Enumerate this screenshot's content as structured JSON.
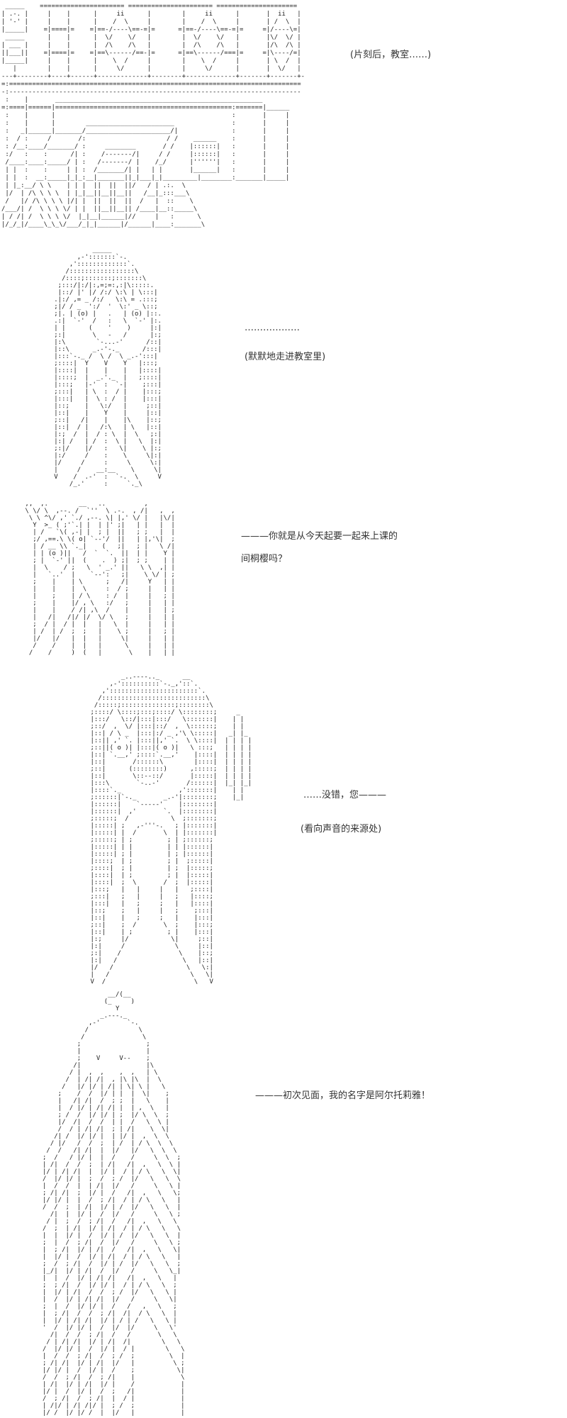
{
  "page": {
    "background": "#ffffff",
    "text_color": "#1a1a1a"
  },
  "captions": {
    "scene_note": "(片刻后，教室……)",
    "ellipsis": "………………",
    "action_enter": "(默默地走进教室里)",
    "dialogue_question_line1": "———你就是从今天起要一起来上课的",
    "dialogue_question_line2": "间桐樱吗？",
    "dialogue_reply": "……没错，您———",
    "action_look": "(看向声音的来源处)",
    "dialogue_intro": "———初次见面，我的名字是阿尔托莉雅！"
  },
  "ascii_art": {
    "classroom_scene": [
      " _____    ====================== ====================== =====================",
      "| .-. |     |    |      |     ii      |        |     ii      |       |  ii   |",
      "| '-' |     |    |      |    /  \\     |        |    /  \\     |       | /  \\  |",
      "|_____|    =|====|=    =|==-/----\\==-=|=      =|==-/----\\==-=|=     =|/----\\=|",
      " _____      |    |      |  \\/    \\/   |        |  \\/    \\/   |       |\\/  \\/ |",
      "| ___ |     |    |      |  /\\    /\\   |        |  /\\    /\\   |       |/\\  /\\ |",
      "||___||    =|====|=    =|==\\------/==-|=      =|==\\------/===|=     =|\\----/=|",
      "|_____|     |    |      |    \\  /     |        |    \\  /     |       | \\  /  |",
      "   |        |    |      |     \\/      |        |     \\/      |       |  \\/   |",
      "---+--------+----+------+-------------+--------+-------------+-------+-------+-",
      "=:============================================================================",
      "-:----------------------------------------------------------------------------",
      " :    |       ______________________________________________________",
      "=:====|======|==============================================:=======|______",
      " :    |      |                                              :       |     |",
      " :    |      |        _______________________               :       |     |",
      " :   _|______|_______/______________________/|              :       |     |",
      " :  / :     /       /:                     / /    ______    :       |     |",
      " : /__:____/_______/ :     ________       / /    |::::::|   :       |     |",
      " :/   :    :      /| :    /-------/|     / /     |::::::|   :       |     |",
      " /____:____:_____/ | :   /-------/ |    /_/      |''''''|   :       |     |",
      " | |  :    :     | | :  /_______/| |   | |       |______|   :       |     |",
      " | |  :  __:_____|_|_:__|_______||_|___|_|_________|________:_______|_____|",
      " | |_:__/ \\ \\    | | |  ||  ||  ||/   / | .:.  \\",
      " |/  | /\\ \\ \\ \\  | |_|__||__||__||   /__|_:::___\\",
      " /   |/ /\\ \\ \\ \\ |/| |  ||  ||  ||  /   |  ::    \\",
      "/___/| /  \\ \\ \\ \\/ | |  ||__||__|| /____|__::_____\\",
      "| / /| /  \\ \\ \\ \\/  |_|__|______|//     |   :      \\",
      "|/_/_|/____\\_\\_\\/___/_|_|______|/______|____:_______\\"
    ],
    "girl_entering": [
      "             _____",
      "         ,-':::::::`-.",
      "       ,':::::::::::::`.",
      "      /:::::::::::::::::\\",
      "     /::::;:::::::;:::::::\\",
      "    ;:::/|:/|:,=;=:,:|\\:::::.",
      "    |::/ |' |/ /:/ \\:\\ | \\:::|",
      "   .|:/ ,= _ /:/   \\:\\ = .:::;",
      "   ;|/ / _  ':/  '  \\:' _ \\::;",
      "   ;|. | (o) |   .   | (o) |::.",
      "   .:|  `-'  /   :   \\  `-' |:.",
      "   | |      (    '    )     |:|",
      "   ;:|       \\   -   /      |:;",
      "   |:\\        `-...-'      /::|",
      "   |::\\      _.-'-._      /:::|",
      "   |:::`-._ /  \\ /  \\ _.-':::|",
      "   ;::::|  Y    V    Y   |:::;",
      "   |::::|  |    |    |   |::::|",
      "   |::::;  |  _.'._  |   ;::::|",
      "   |:::;   |-'  :  `-|    ;:::|",
      "   ;:::|   | \\  :  / |    |:::;",
      "   |:::|   |  \\ : /  |    |:::|",
      "   |::;    |   \\:/   |     ;::|",
      "   |::|    |    Y    |     |::|",
      "   ;::|   /|    |    |\\    |::;",
      "   |::|  / |   /:\\   | \\   |::|",
      "   |:;  /  |  / : \\  |  \\   ;:|",
      "   |:| /   | /  :  \\ |   \\  |:|",
      "   ;:|/    |/   :   \\|    \\ |:;",
      "   |:/     /    :    \\     \\|:|",
      "   |/     /     :     \\     \\:|",
      "   |     /    __:__    \\     \\|",
      "   V    /  .-'  :  `-.  \\     V",
      "       /_.'     :     `._\\"
    ],
    "speaker_bust": [
      " ,,  ,.        __   ..          ,",
      " \\ \\/ \\  ,--. /  `''  \\ .-.  , /|   ,  ,",
      "  \\ \\ ^\\/ ,' `./ ,--. \\| |,' \\/ |   |\\/|",
      "   Y  >_ ( ;'`.| |  | |' ;|   | |   |  |",
      "   | /   `\\( ,-| |  ; |  ||   ; ;   |  |",
      "   ;/ ,==.\\ \\( o| `--'/  ||   | |,'\\|  ;",
      "   | / __ \\\\ `._|    (   ;|   ; |   \\ /|",
      "   | | (o )||   /  `  `.  ||  | |    Y |",
      "   ; |  `-' ||  (    .  ) ;|  ; ;    | |",
      "   |  \\    / ;   \\  ' _.' ||   \\ \\  ,| |",
      "   |   `..'  |    `--':   ;|    \\ \\/ | ;",
      "   ;    |    | \\      ;   /|     Y   | |",
      "   |    |    |  \\     :  / ;     |   | |",
      "   |    ;    | / \\    : /  |     |   ; |",
      "   ;    |    |/ , \\   :/   ;     |   | |",
      "   |    |    / /| ,\\  /    |     |   | ;",
      "   |   /|   /|/ |/  \\/ \\   ;     |   | |",
      "   ;  / |  / |  |   |   \\  |     |   | |",
      "   | /  | /  ;  ;   |    \\ ;     |   ; |",
      "   |/   |/   |  |   |     \\|     |   | |",
      "   /    /    |  |   |      \\     |   | |",
      "  /    /     )  (   |       \\    |   | |"
    ],
    "girl_turning": [
      "              _..----.._      __",
      "           ,-'::::::::::`-._,'::`.",
      "         ,':::::::::::::::::::::::`.",
      "        /:::::::::::::::::::::::::::\\",
      "       /:::::;::::::::::::::;::::::::\\",
      "      ;::::/ \\::::;:::;::::/ \\::::::::;     _",
      "      |:::/   \\::/|:::|:::/   \\:::::::|    | |",
      "      ;::/  ,  \\/ |:::|::/  ,  \\::::::;    | |",
      "      |::| / \\ _  |:::|:/ _ ,'\\ \\:::::|   _| |_",
      "      |::|| ,' `. |:::||,' `.  \\ \\::::|  | | | |",
      "      ;::||( o )| |:::|( o )|   \\ :::;   | | | |",
      "      |::| `.__,' ;::::`.__,'    |::::|  | | | |",
      "      |::|       /::::::\\        |::::|  | | | |",
      "      ;::|      (::::::::)      ,:::::;  | | | |",
      "      |::|       \\::--::/       |:::::|  | | | |",
      "      |:::\\       `-..-'       /::::::|  |_| |_|",
      "      |::::`._               ,':::::::|    | |",
      "      ;::::::|`-._       _.-'|::::::::;    |_|",
      "      |::::::|    `-----'    |::::::::|",
      "      |::::::|  ,'       `.  |::::::::|",
      "      ;:::::;  /           \\  ;:::::::;",
      "      |:::::| ;   ,-'''-.   ; |:::::::|",
      "      |:::::| |  /       \\  | |:::::::|",
      "      ;:::::; | ;         ; | ;::::::;",
      "      |:::::| | |         | | |::::::|",
      "      |:::::| ; |         | ; |::::::|",
      "      |::::;  | ;         ; |  ;:::::|",
      "      ;::::|  ; |         | ;  |:::::;",
      "      |::::|  | ;         ; |  |:::::|",
      "      |::::|  ;  \\       /  ;  |:::::|",
      "      |:::;   |   |     |   |   ;::::|",
      "      ;:::|   ;   |     |   ;   |::::;",
      "      |:::|   |   ;     ;   |   |::::|",
      "      |::;    ;   |     |   ;    ;:::|",
      "      |::|    |   ;     ;   |    |:::|",
      "      ;::|    ;  /       \\  ;    |:::;",
      "      |::|    | ;         ; |    |:::|",
      "      |:;     |/           \\|     ;::|",
      "      |:|     /             \\     |::|",
      "      ;:|    /               \\    |::;",
      "      |:|   /                 \\   |::|",
      "      |/   /                   \\   \\:|",
      "      |   /                     \\   \\|",
      "      V  /                       \\   V"
    ],
    "artoria_greeting": [
      "                 __/(__",
      "                (_     )",
      "                   Y",
      "               _.---._",
      "            ,-'       `-.",
      "           /             \\",
      "          /               \\",
      "         ;                 ;",
      "         |                 |",
      "         ;    V     V--    ;",
      "        /|                 |\\",
      "       / |  ,  ,    ,  ,   | \\",
      "      /  | /| /|  , |\\ |\\  |  \\",
      "     /   |/ |/ | /| | \\| \\ |   \\",
      "    ;    /  /  |/ | |  |  \\|    ;",
      "    |   /| /|  /  ; ;  |   \\    |",
      "    |  / |/ | /| /| |  | ,  \\   |",
      "    ; /  /  |/ |/ | ;  |/ \\  \\  ;",
      "    |/  /|  /  /  | |  /   \\  \\ |",
      "    /  / | /| /|  ; | /|    \\  \\|",
      "   /| /  |/ |/ |  | |/ |  ,  \\  \\",
      "  / |/   /  /  ;  | /  | / \\  \\  \\",
      " /  /   /| /|  |  |/   |/   \\  \\  \\",
      ";  /   / |/ |  |  /    /     \\  \\  ;",
      "| /|  /  /  ;  | /|   /|  ,   \\  \\ |",
      "|/ | /| /|  |  |/ |  / | / \\   \\  \\|",
      "/  |/ |/ |  ;  /  ; /  |/   \\   \\  \\",
      "|  /  /  |  | /|  |/   /     \\   \\ |",
      "; /| /|  ;  |/ |  /   /|  ,   \\   \\;",
      "|/ |/ |  |  /  ; /|  / | / \\   \\   |",
      "/  /  ;  | /|  |/ | /  |/   \\   \\  |",
      "  /|  |  |/ |  /  |/   /     \\   \\ ;",
      " / |  ;  /  ; /|  /   /|  ,   \\   \\",
      "/  ;  | /|  |/ | /|  / | / \\   \\   \\",
      "|  |  |/ |  /  |/ | /  |/   \\   \\  |",
      ";  |  /  ; /|  /  |/   /     \\   \\ ;",
      "|  ; /|  |/ | /|  /   /|  ,   \\   \\|",
      "|  |/ |  /  |/ | /|  / | / \\   \\   |",
      ";  /  ; /|  /  |/ | /  |/   \\   \\  ;",
      "|_/|  |/ | /|  /  |/   /     \\   \\_|",
      "|  |  /  |/ | /| /|   /|  ,   \\   |",
      ";  ; /|  /  |/ |/ |  / | / \\   \\  ;",
      "|  |/ | /|  /  /  ; /  |/   \\   \\ |",
      "|  /  |/ | /| /|  |/   /     \\   \\|",
      ";  |  /  |/ |/ |  /   /   ,   \\   ;",
      "|  ; /|  /  /  ; /|  /|  / \\   \\  |",
      "|  |/ | /| /|  |/ | / | /   \\   \\ |",
      "'  /  |/ |/ |  /  |/  |/     \\   \\'",
      "  /|  /  /  ; /|  /   /       \\   \\",
      " / | /| /|  |/ | /|  /|        \\   \\",
      "/  |/ |/ |  /  |/ |  / |        \\   \\",
      "|  /  /  ; /|  /  ; /  ;         \\  |",
      "; /| /|  |/ | /|  |/   |          \\ ;",
      "|/ |/ |  /  |/ |  /    ;           \\|",
      "/  /  ; /|  /  ; /|    |            \\",
      "| /|  |/ | /|  |/ |    /            |",
      "|/ |  /  |/ |  /  ;   /|            |",
      "/  ; /|  /  ; /|  |  / |            |",
      "| /|/ | /| /|/ |  ; /  ;            |",
      "|/ /  |/ |/ /  |  |/   |            |"
    ]
  }
}
